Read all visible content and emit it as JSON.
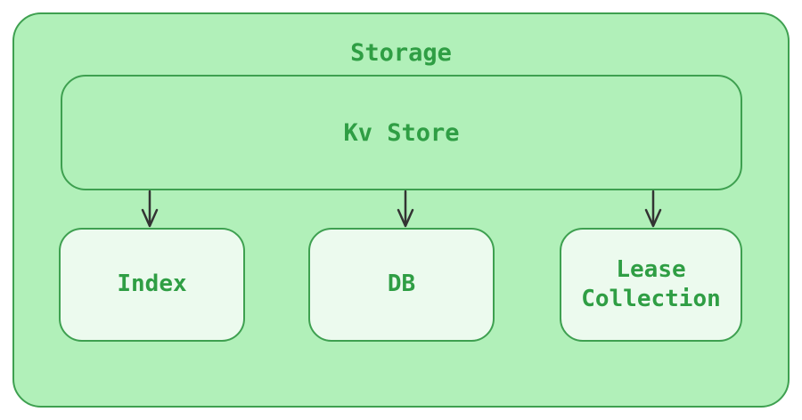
{
  "diagram": {
    "type": "flowchart",
    "direction": "top-down",
    "container": {
      "id": "storage",
      "label": "Storage"
    },
    "kv_store": {
      "id": "kv_store",
      "label": "Kv Store"
    },
    "nodes": [
      {
        "id": "index",
        "label": "Index"
      },
      {
        "id": "db",
        "label": "DB"
      },
      {
        "id": "lease_collection",
        "label": "Lease Collection"
      }
    ],
    "edges": [
      {
        "from": "kv_store",
        "to": "index"
      },
      {
        "from": "kv_store",
        "to": "db"
      },
      {
        "from": "kv_store",
        "to": "lease_collection"
      }
    ],
    "colors": {
      "page_bg": "#ffffff",
      "container_fill": "#b1f0b9",
      "child_node_fill": "#ecfaee",
      "border": "#3ea050",
      "label_text": "#2f9e44",
      "arrow": "#333333"
    }
  }
}
